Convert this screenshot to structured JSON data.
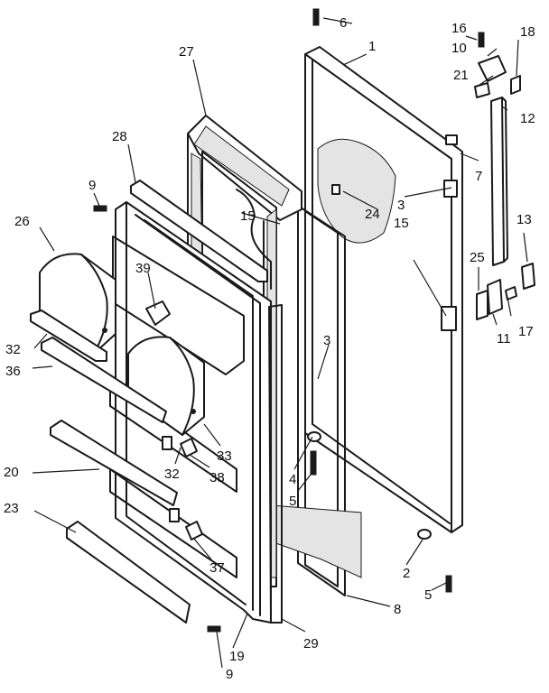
{
  "figure": {
    "callouts": [
      {
        "label": "1"
      },
      {
        "label": "2"
      },
      {
        "label": "3"
      },
      {
        "label": "3"
      },
      {
        "label": "4"
      },
      {
        "label": "5"
      },
      {
        "label": "5"
      },
      {
        "label": "6"
      },
      {
        "label": "7"
      },
      {
        "label": "8"
      },
      {
        "label": "9"
      },
      {
        "label": "9"
      },
      {
        "label": "10"
      },
      {
        "label": "11"
      },
      {
        "label": "12"
      },
      {
        "label": "13"
      },
      {
        "label": "15"
      },
      {
        "label": "15"
      },
      {
        "label": "16"
      },
      {
        "label": "17"
      },
      {
        "label": "18"
      },
      {
        "label": "19"
      },
      {
        "label": "20"
      },
      {
        "label": "21"
      },
      {
        "label": "23"
      },
      {
        "label": "24"
      },
      {
        "label": "25"
      },
      {
        "label": "26"
      },
      {
        "label": "27"
      },
      {
        "label": "28"
      },
      {
        "label": "29"
      },
      {
        "label": "32"
      },
      {
        "label": "32"
      },
      {
        "label": "33"
      },
      {
        "label": "36"
      },
      {
        "label": "37"
      },
      {
        "label": "38"
      },
      {
        "label": "39"
      }
    ]
  }
}
